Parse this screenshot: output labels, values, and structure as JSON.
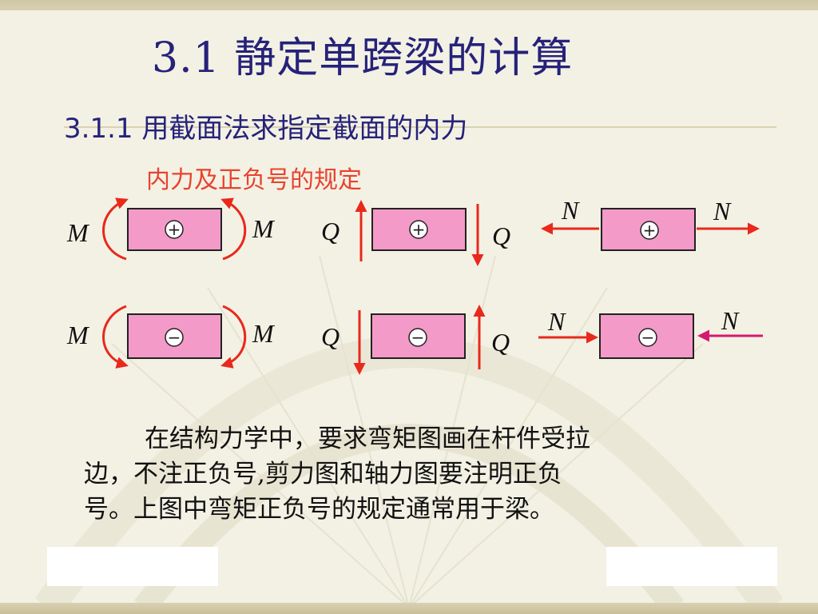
{
  "slide": {
    "title": "3.1  静定单跨梁的计算",
    "subtitle": "3.1.1  用截面法求指定截面的内力",
    "caption": "内力及正负号的规定"
  },
  "diagram": {
    "moment_label": "M",
    "shear_label": "Q",
    "axial_label": "N",
    "positive_sign": "+",
    "negative_sign": "−",
    "colors": {
      "block_fill": "#f49ac8",
      "arrow_red": "#e8291c",
      "arrow_magenta": "#d6196e",
      "block_border": "#222222"
    }
  },
  "paragraph": {
    "line1": "在结构力学中，要求弯矩图画在杆件受拉",
    "line2": "边，不注正负号,剪力图和轴力图要注明正负",
    "line3": "号。上图中弯矩正负号的规定通常用于梁。"
  }
}
